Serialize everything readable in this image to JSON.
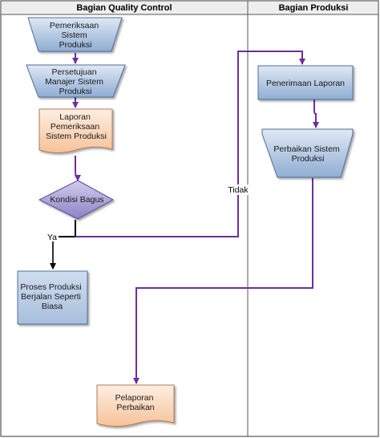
{
  "lanes": {
    "quality_control": "Bagian Quality Control",
    "produksi": "Bagian Produksi"
  },
  "nodes": {
    "pemeriksaan": [
      "Pemeriksaan",
      "Sistem",
      "Produksi"
    ],
    "persetujuan": [
      "Persetujuan",
      "Manajer Sistem",
      "Produksi"
    ],
    "laporan_pemeriksaan": [
      "Laporan",
      "Pemeriksaan",
      "Sistem Produksi"
    ],
    "kondisi": [
      "Kondisi Bagus"
    ],
    "proses_produksi": [
      "Proses Produksi",
      "Berjalan Seperti",
      "Biasa"
    ],
    "penerimaan": [
      "Penerimaan Laporan"
    ],
    "perbaikan_sistem": [
      "Perbaikan Sistem",
      "Produksi"
    ],
    "pelaporan": [
      "Pelaporan",
      "Perbaikan"
    ]
  },
  "edge_labels": {
    "yes": "Ya",
    "no": "Tidak"
  },
  "colors": {
    "shape_fill_top": "#d9e4f2",
    "shape_fill_bottom": "#95b3d7",
    "shape_stroke": "#4f6f9a",
    "doc_fill_top": "#fde9d9",
    "doc_fill_bottom": "#f7c9a4",
    "diamond_fill_top": "#c9c3e6",
    "diamond_fill_bottom": "#8c84c6",
    "connector": "#6b2fa0",
    "yes_connector": "#000000",
    "frame": "#555555"
  }
}
